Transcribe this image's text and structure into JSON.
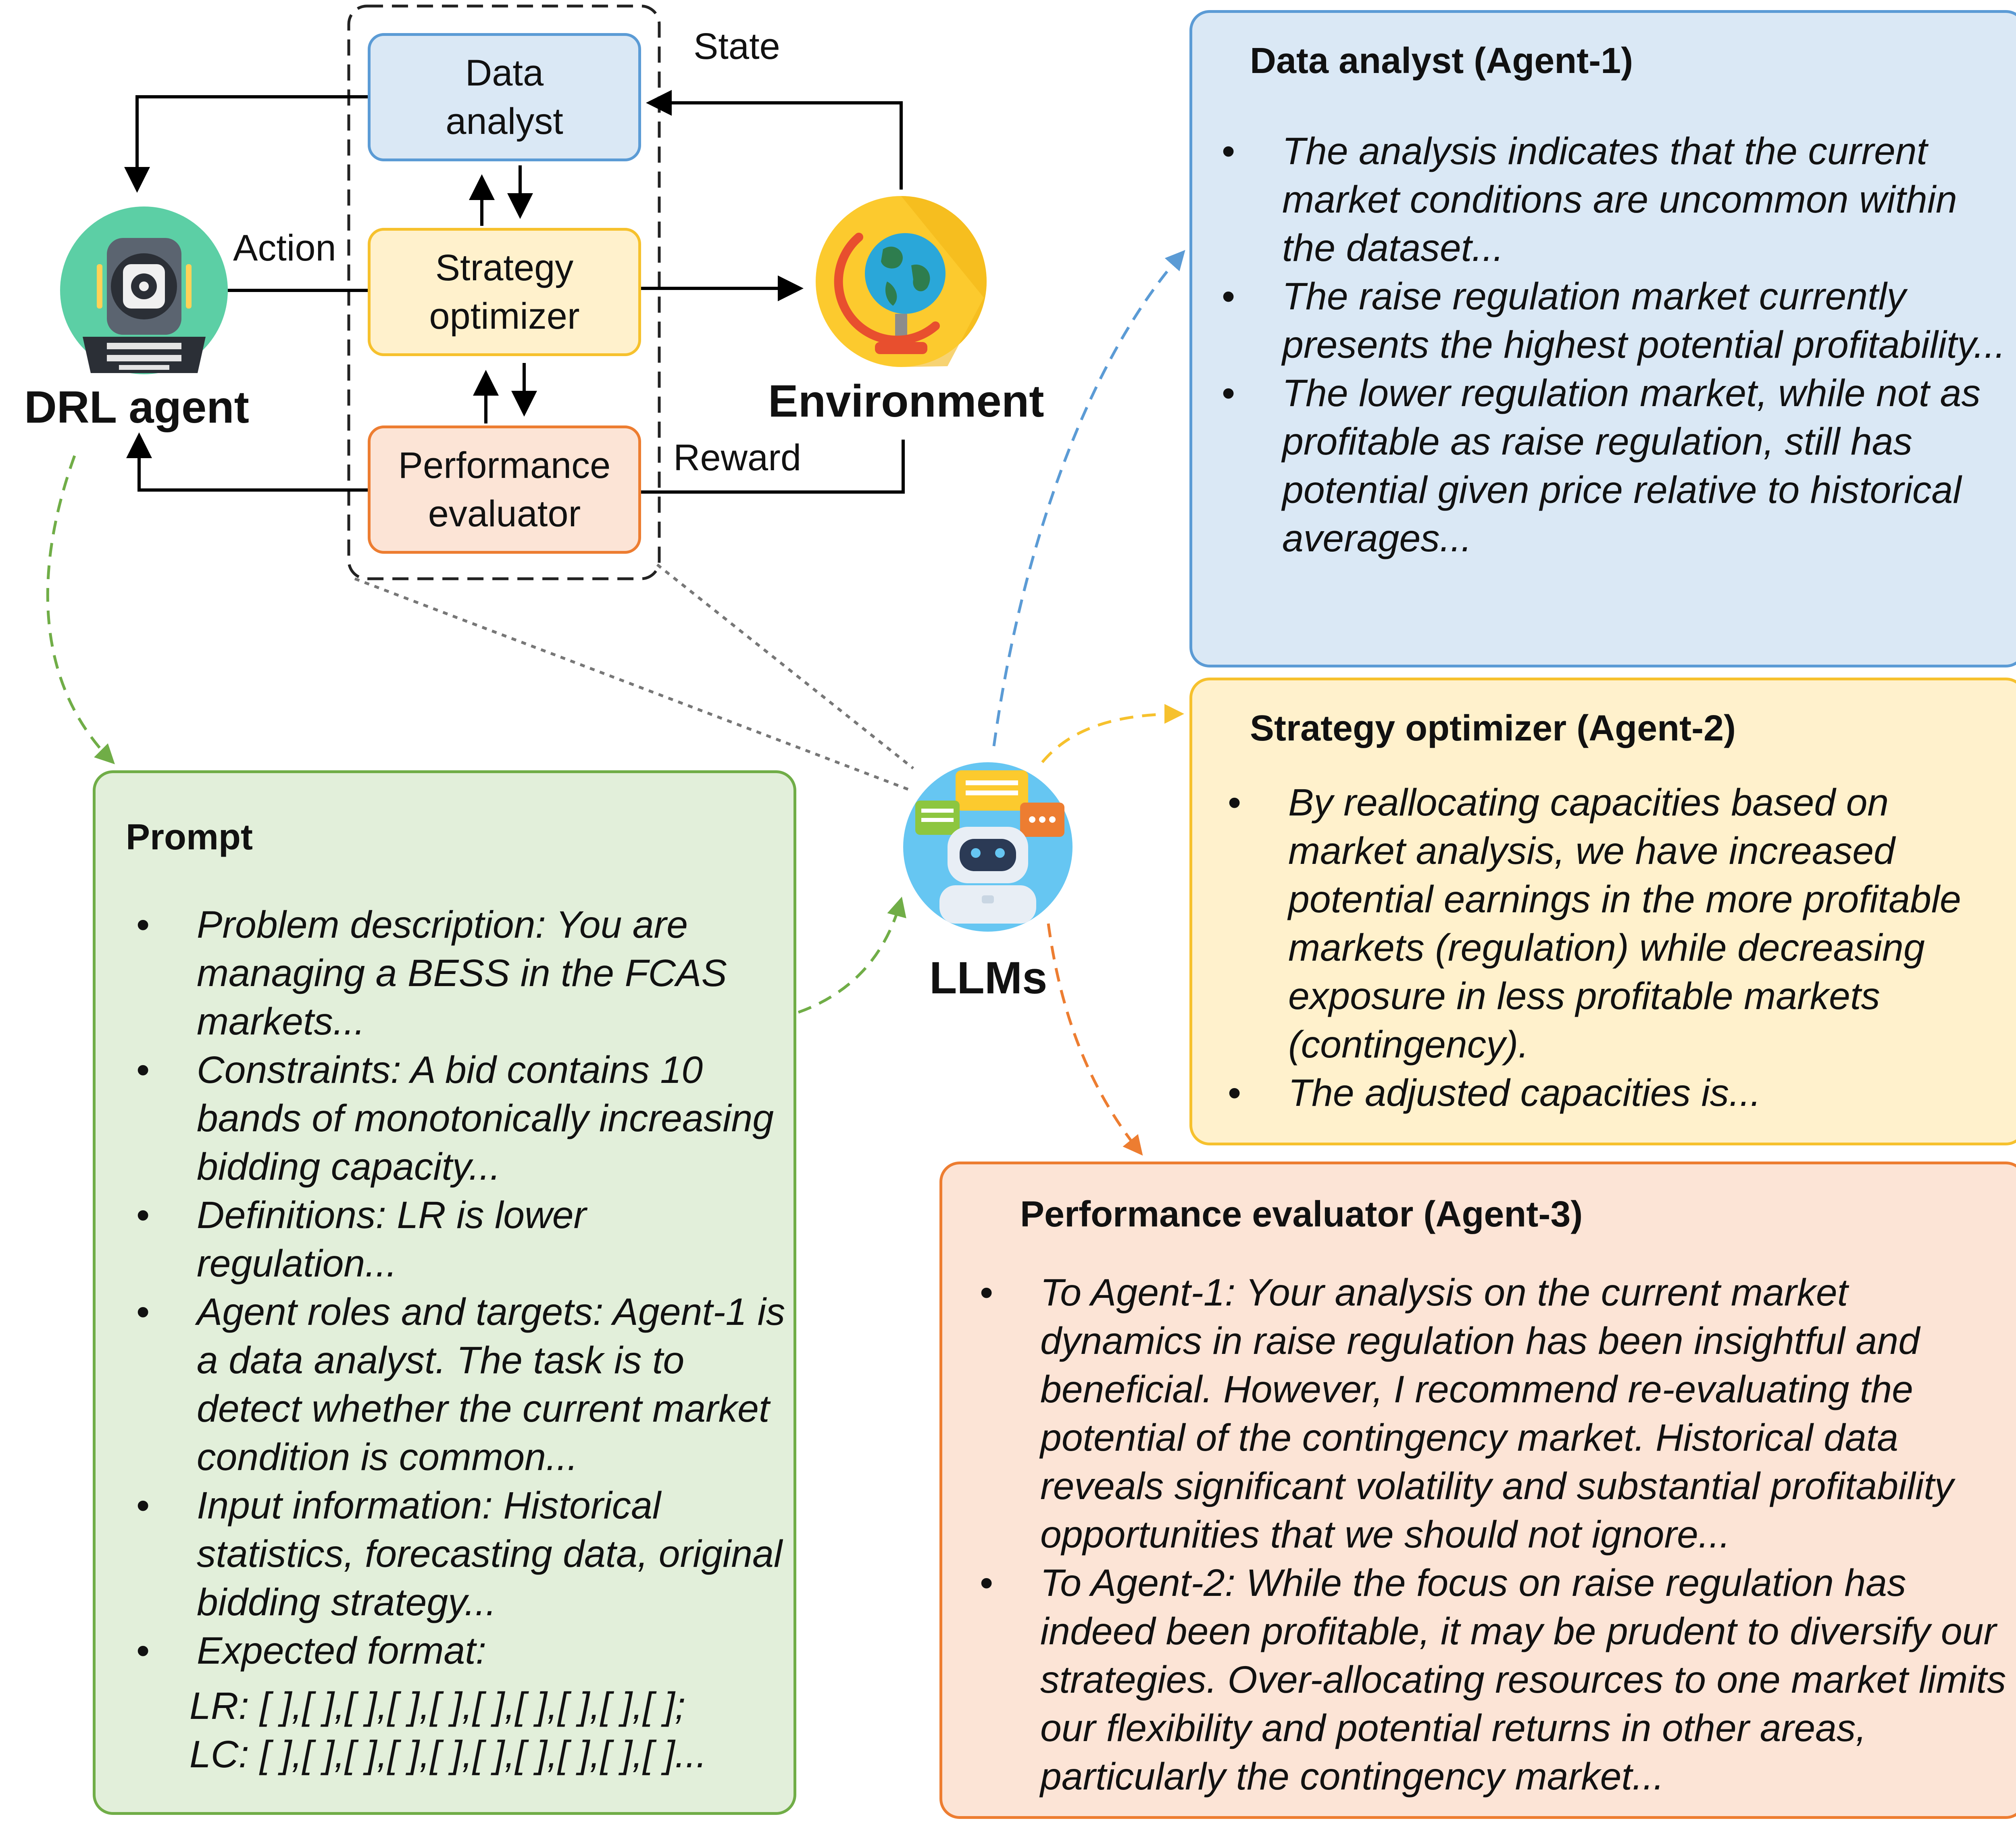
{
  "loop": {
    "data_analyst": "Data analyst",
    "strategy_optimizer": "Strategy optimizer",
    "performance_evaluator": "Performance evaluator",
    "state": "State",
    "action": "Action",
    "reward": "Reward",
    "drl_agent": "DRL agent",
    "environment": "Environment",
    "llms": "LLMs"
  },
  "colors": {
    "blue_fill": "#dae8f5",
    "blue_border": "#5b9bd5",
    "yellow_fill": "#fff1cc",
    "yellow_border": "#f6c12d",
    "orange_fill": "#fce4d6",
    "orange_border": "#ed7d31",
    "green_fill": "#e2efda",
    "green_border": "#70ad47"
  },
  "icons": {
    "drl_agent": "robot-icon",
    "environment": "globe-icon",
    "llms": "chatbot-icon"
  },
  "prompt": {
    "title": "Prompt",
    "items": [
      "Problem description: You are managing a BESS in the FCAS markets...",
      "Constraints: A bid contains 10 bands of monotonically increasing bidding capacity...",
      "Definitions: LR is lower regulation...",
      "Agent roles and targets: Agent-1 is a data analyst. The task is to detect whether the current market condition is common...",
      "Input information: Historical statistics, forecasting data, original bidding strategy...",
      "Expected format:"
    ],
    "format_lr": "LR: [ ],[ ],[ ],[ ],[ ],[ ],[ ],[ ],[ ],[ ];",
    "format_lc": "LC: [ ],[ ],[ ],[ ],[ ],[ ],[ ],[ ],[ ],[ ]..."
  },
  "agent1": {
    "title": "Data analyst (Agent-1)",
    "items": [
      "The analysis indicates that the current market conditions are uncommon within the dataset...",
      "The raise regulation market currently presents the highest potential profitability...",
      "The lower regulation market, while not as profitable as raise regulation, still has potential given price relative to historical averages..."
    ]
  },
  "agent2": {
    "title": "Strategy optimizer (Agent-2)",
    "items": [
      "By reallocating capacities based on market analysis, we have increased potential earnings in the more profitable markets (regulation) while decreasing exposure in less profitable markets (contingency).",
      "The adjusted capacities is..."
    ]
  },
  "agent3": {
    "title": "Performance evaluator (Agent-3)",
    "items": [
      "To Agent-1: Your analysis on the current market dynamics in raise regulation has been insightful and beneficial. However, I recommend re-evaluating the potential of the contingency market. Historical data reveals significant volatility and substantial profitability opportunities that we should not ignore...",
      "To Agent-2: While the focus on raise regulation has indeed been profitable, it may be prudent to diversify our strategies. Over-allocating resources to one market limits our flexibility and potential returns in other areas, particularly the contingency market..."
    ]
  }
}
